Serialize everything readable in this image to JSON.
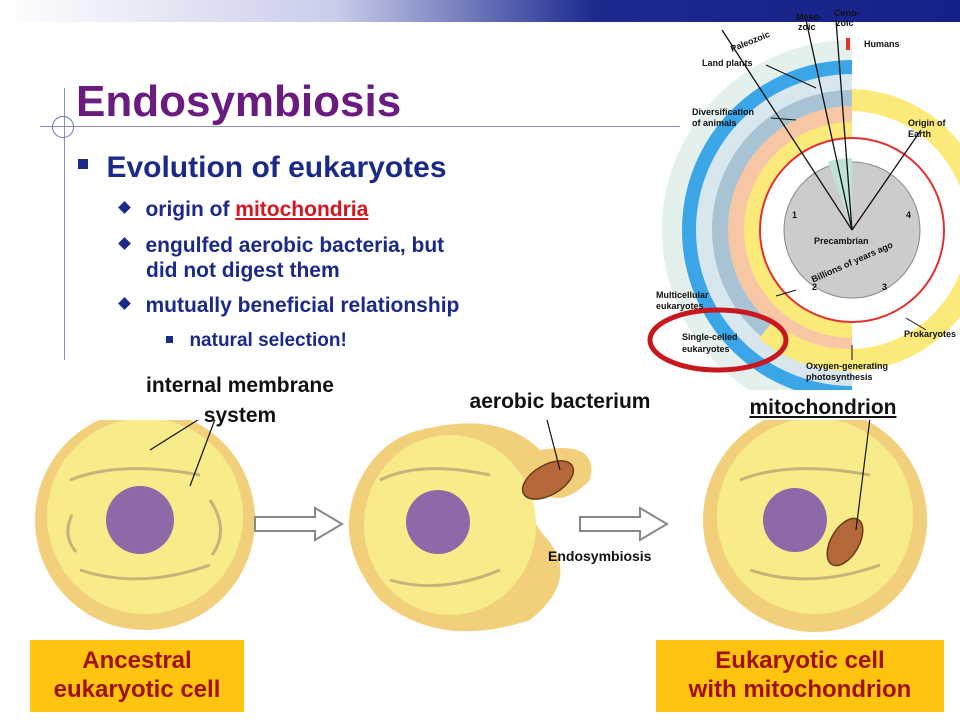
{
  "slide": {
    "title": "Endosymbiosis",
    "bullet": "Evolution of eukaryotes",
    "sub1_prefix": "origin of ",
    "sub1_link": "mitochondria",
    "sub2_line1": "engulfed aerobic bacteria, but",
    "sub2_line2": "did not digest them",
    "sub3": "mutually beneficial relationship",
    "sub3a": "natural selection!"
  },
  "timeline": {
    "eras": [
      "Paleozoic",
      "Meso-",
      "zoic",
      "Ceno-",
      "zoic"
    ],
    "labels": {
      "humans": "Humans",
      "land_plants": "Land plants",
      "diversification1": "Diversification",
      "diversification2": "of animals",
      "origin1": "Origin of",
      "origin2": "Earth",
      "precambrian": "Precambrian",
      "billions": "Billions of years ago",
      "multicellular1": "Multicellular",
      "multicellular2": "eukaryotes",
      "singlecelled1": "Single-celled",
      "singlecelled2": "eukaryotes",
      "prokaryotes": "Prokaryotes",
      "oxygen1": "Oxygen-generating",
      "oxygen2": "photosynthesis"
    },
    "ticks": [
      "1",
      "2",
      "3",
      "4"
    ]
  },
  "diagram": {
    "internal_membrane_1": "internal membrane",
    "internal_membrane_2": "system",
    "aerobic_bacterium": "aerobic bacterium",
    "mitochondrion": "mitochondrion",
    "endosymbiosis": "Endosymbiosis",
    "ancestral_1": "Ancestral",
    "ancestral_2": "eukaryotic cell",
    "eukaryotic_1": "Eukaryotic cell",
    "eukaryotic_2": "with mitochondrion"
  },
  "colors": {
    "title": "#6a1b7f",
    "text": "#1b2a88",
    "highlight": "#d4161e",
    "label_box": "#ffc40f",
    "cell": "#f8eb8a",
    "nucleus": "#8c6aa8"
  }
}
